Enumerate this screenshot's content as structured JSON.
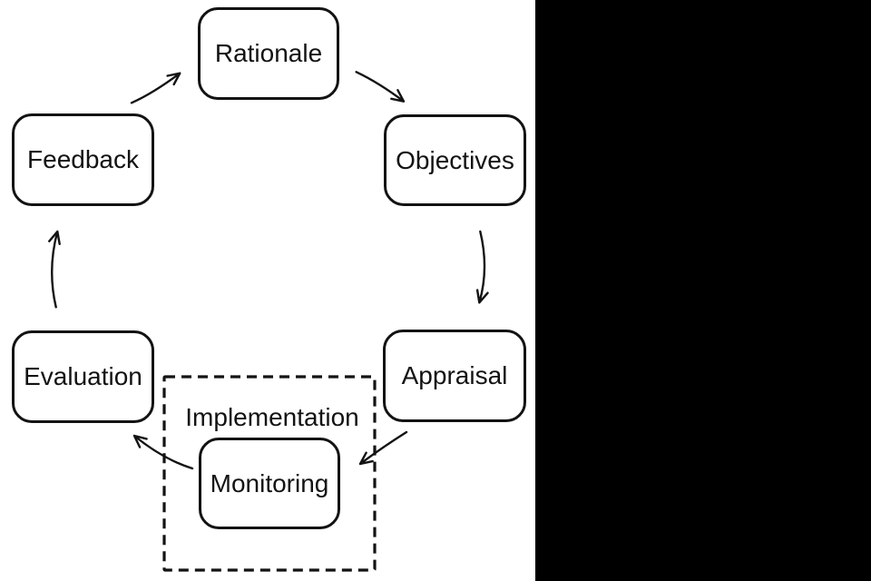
{
  "canvas": {
    "background_color": "#ffffff",
    "side_panel_color": "#000000",
    "ink_color": "#131313"
  },
  "diagram": {
    "nodes": {
      "rationale": {
        "label": "Rationale"
      },
      "objectives": {
        "label": "Objectives"
      },
      "appraisal": {
        "label": "Appraisal"
      },
      "monitoring": {
        "label": "Monitoring"
      },
      "evaluation": {
        "label": "Evaluation"
      },
      "feedback": {
        "label": "Feedback"
      }
    },
    "group": {
      "label": "Implementation",
      "border_style": "dashed",
      "contains": [
        "Monitoring"
      ]
    },
    "edges": [
      {
        "from": "Feedback",
        "to": "Rationale"
      },
      {
        "from": "Rationale",
        "to": "Objectives"
      },
      {
        "from": "Objectives",
        "to": "Appraisal"
      },
      {
        "from": "Appraisal",
        "to": "Monitoring"
      },
      {
        "from": "Monitoring",
        "to": "Evaluation"
      },
      {
        "from": "Evaluation",
        "to": "Feedback"
      }
    ]
  }
}
